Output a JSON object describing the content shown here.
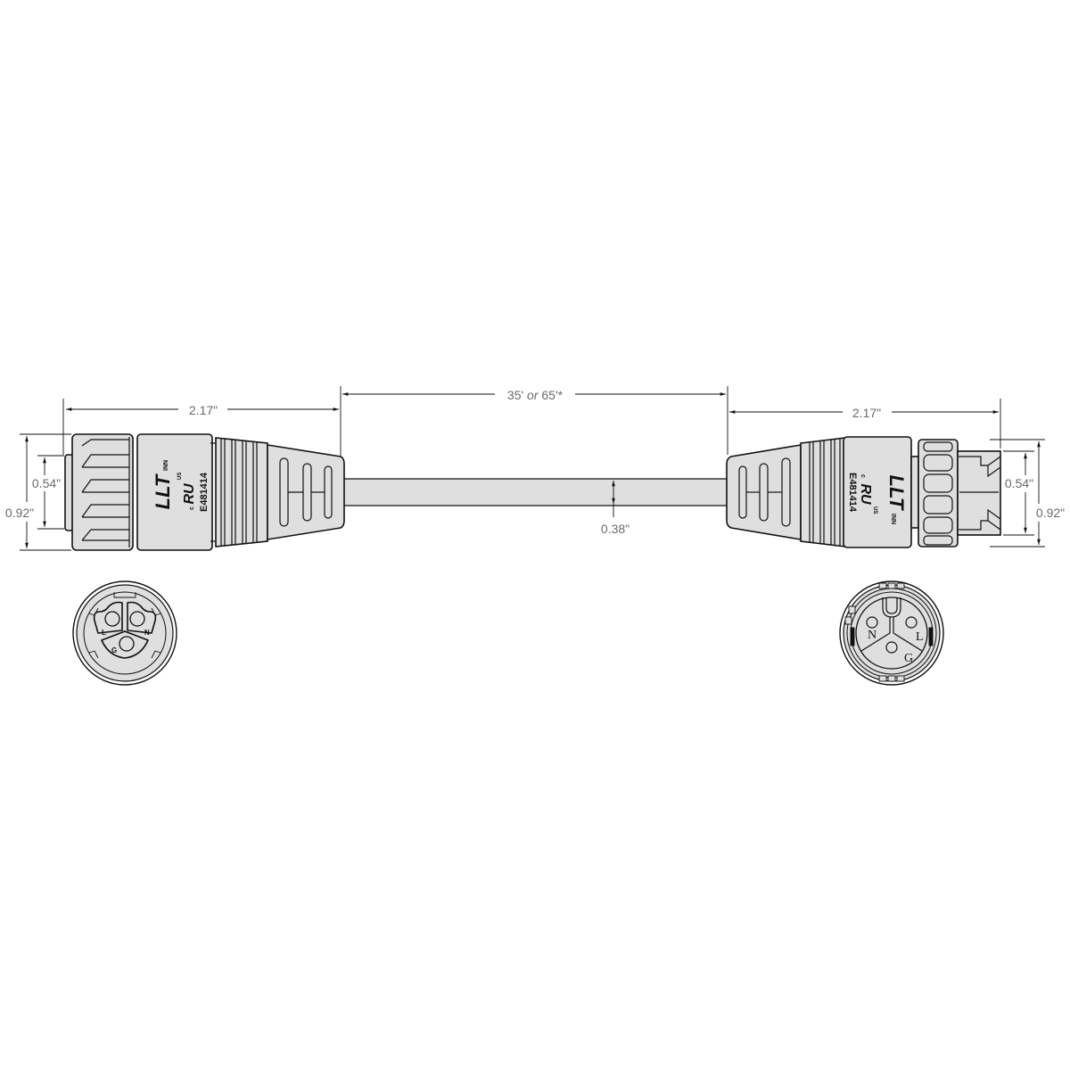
{
  "diagram": {
    "title": "",
    "subject": "Connector cable assembly technical drawing",
    "colors": {
      "body_fill": "#dfdfe0",
      "outline": "#111111",
      "dimension_text": "#6a6a6a",
      "background": "#ffffff"
    },
    "dimensions": {
      "left_connector_length": "2.17\"",
      "cable_length_part1": "35'",
      "cable_length_or": "or",
      "cable_length_part2": "65'*",
      "right_connector_length": "2.17\"",
      "left_inner_diameter": "0.54\"",
      "left_outer_diameter": "0.92\"",
      "right_inner_diameter": "0.54\"",
      "right_outer_diameter": "0.92\"",
      "cable_diameter": "0.38\""
    },
    "left_connector": {
      "type": "female",
      "brand_mark": "LLT",
      "brand_suffix": "INN",
      "cert_mark": "RU",
      "cert_country": "US",
      "cert_prefix": "c",
      "file_number": "E481414"
    },
    "right_connector": {
      "type": "male",
      "brand_mark": "LLT",
      "brand_suffix": "INN",
      "cert_mark": "RU",
      "cert_country": "US",
      "cert_prefix": "c",
      "file_number": "E481414"
    },
    "left_face": {
      "pins": [
        {
          "label": "L"
        },
        {
          "label": "N"
        },
        {
          "label": "G"
        }
      ]
    },
    "right_face": {
      "pins": [
        {
          "label": "N"
        },
        {
          "label": "L"
        },
        {
          "label": "G"
        }
      ]
    }
  }
}
